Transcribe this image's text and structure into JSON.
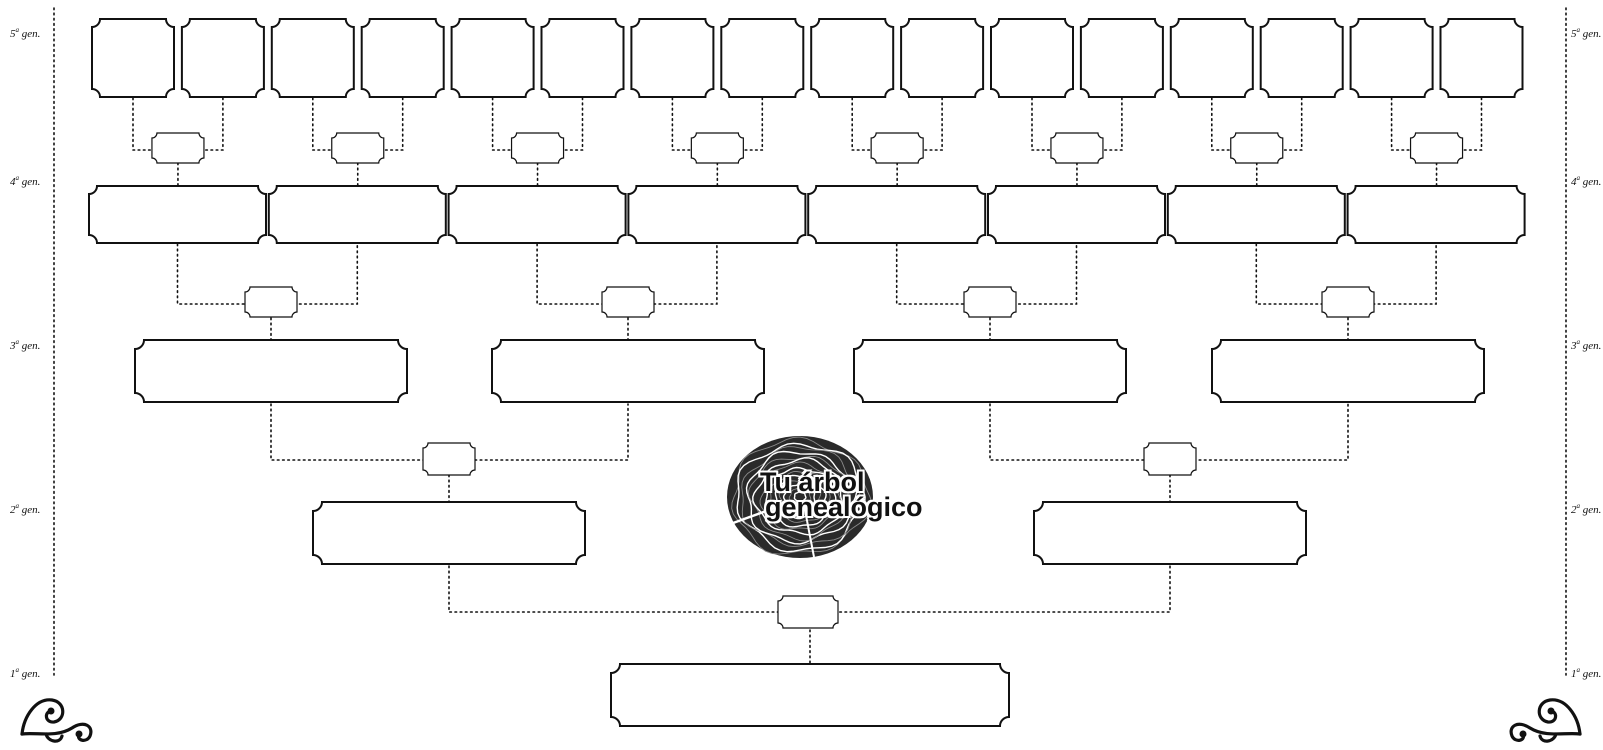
{
  "generations": [
    {
      "ordinal": "5",
      "suffix": "a",
      "word": "gen."
    },
    {
      "ordinal": "4",
      "suffix": "a",
      "word": "gen."
    },
    {
      "ordinal": "3",
      "suffix": "a",
      "word": "gen."
    },
    {
      "ordinal": "2",
      "suffix": "a",
      "word": "gen."
    },
    {
      "ordinal": "1",
      "suffix": "a",
      "word": "gen."
    }
  ],
  "logo": {
    "line1": "Tu árbol",
    "line2": "genealógico"
  },
  "slots": {
    "generation_5_count": 16,
    "generation_4_count": 8,
    "generation_3_count": 4,
    "generation_2_count": 2,
    "generation_1_count": 1,
    "union_tags": 15
  },
  "colors": {
    "ink": "#111111",
    "paper": "#ffffff"
  }
}
